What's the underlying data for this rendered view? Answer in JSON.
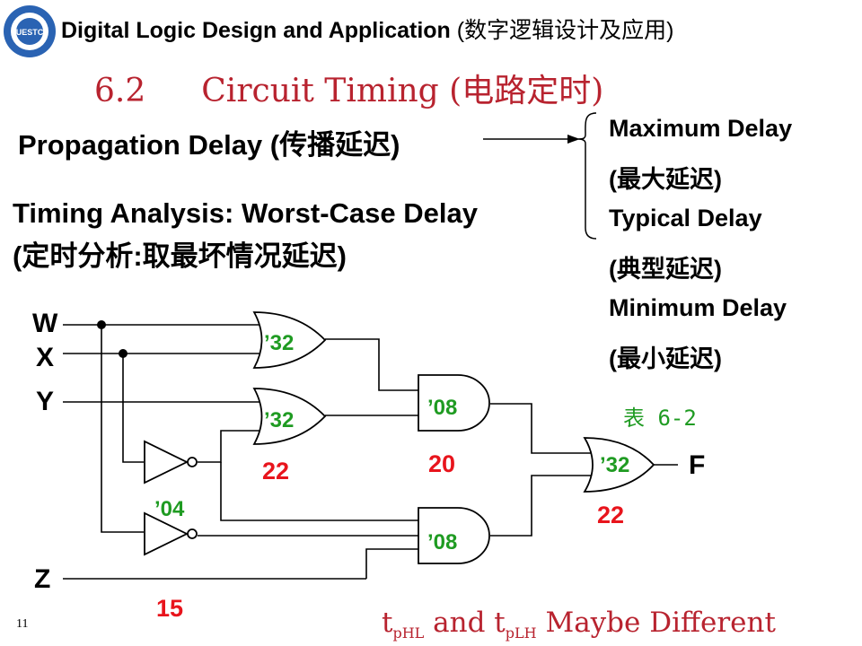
{
  "header": {
    "course_en": "Digital Logic Design and Application",
    "course_cn": "(数字逻辑设计及应用)"
  },
  "slide": {
    "section": "6.2",
    "title": "Circuit Timing (电路定时)",
    "propagation": "Propagation  Delay (传播延迟)",
    "timing_line1": "Timing Analysis: Worst-Case Delay",
    "timing_line2": "(定时分析:取最坏情况延迟)",
    "delay_types": [
      "Maximum Delay",
      "(最大延迟)",
      "Typical Delay",
      "(典型延迟)",
      "Minimum Delay",
      "(最小延迟)"
    ],
    "table_ref": "表 6-2",
    "footer_t1": "t",
    "footer_sub1": "pHL",
    "footer_and": " and t",
    "footer_sub2": "pLH",
    "footer_rest": " Maybe Different",
    "page_number": "11"
  },
  "circuit": {
    "inputs": [
      "W",
      "X",
      "Y",
      "Z"
    ],
    "output": "F",
    "gate_labels": [
      "’32",
      "’32",
      "’08",
      "’08",
      "’32",
      "’04"
    ],
    "delays": [
      "22",
      "20",
      "22",
      "15"
    ]
  },
  "colors": {
    "accent_red": "#b8232f",
    "delay_red": "#e8141c",
    "gate_green": "#1f9b22"
  }
}
